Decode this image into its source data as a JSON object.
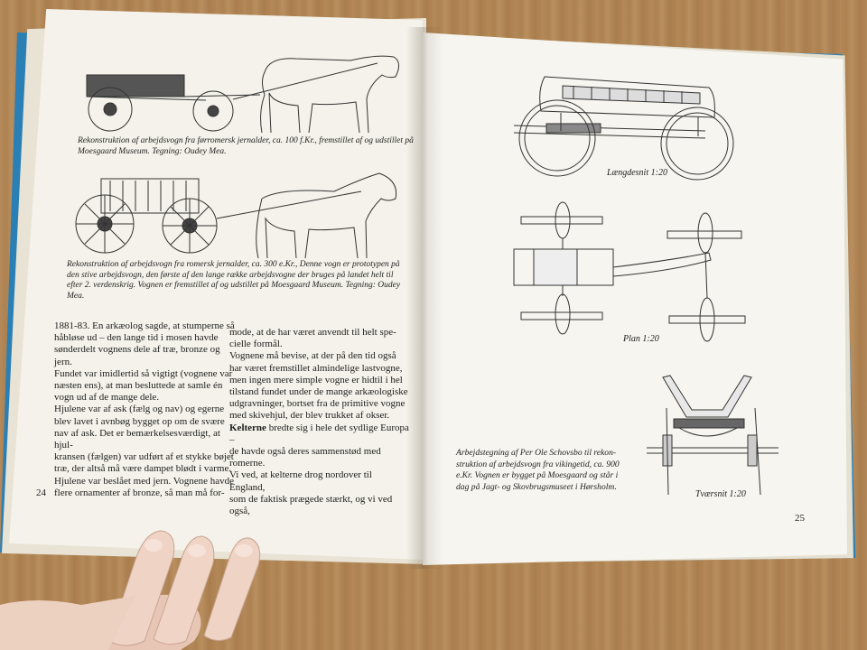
{
  "left_page": {
    "caption_top": "Rekonstruktion af arbejdsvogn fra førromersk jernalder, ca. 100 f.Kr., fremstillet af og udstillet på Moesgaard Museum. Tegning: Oudey Mea.",
    "caption_middle": "Rekonstruktion af arbejdsvogn fra romersk jernalder, ca. 300 e.Kr., Denne vogn er prototypen på den stive arbejdsvogn, den første af den lange række arbejdsvogne der bruges på landet helt til efter 2. verdenskrig. Vognen er fremstillet af og udstillet på Moesgaard Museum. Tegning: Oudey Mea.",
    "column_1": "1881-83. En arkæolog sagde, at stumperne så\nhåbløse ud – den lange tid i mosen havde\nsønderdelt vognens dele af træ, bronze og jern.\nFundet var imidlertid så vigtigt (vognene var\nnæsten ens), at man besluttede at samle én\nvogn ud af de mange dele.\n   Hjulene var af ask (fælg og nav) og egerne\nblev lavet i avnbøg bygget op om de svære\nnav af ask. Det er bemærkelsesværdigt, at hjul-\nkransen (fælgen) var udført af et stykke bøjet\ntræ, der altså må være dampet blødt i varme.\nHjulene var beslået med jern. Vognene havde\nflere ornamenter af bronze, så man må for-",
    "column_2_part1": "mode, at de har været anvendt til helt spe-\ncielle formål.\n   Vognene må bevise, at der på den tid også\nhar været fremstillet almindelige lastvogne,\nmen ingen mere simple vogne er hidtil i hel\ntilstand fundet under de mange arkæologiske\nudgravninger, bortset fra de primitive vogne\nmed skivehjul, der blev trukket af okser.",
    "column_2_bold": "Kelterne",
    "column_2_part2": " bredte sig i hele det sydlige Europa –\nde havde også deres sammenstød med romerne.\nVi ved, at kelterne drog nordover til England,\nsom de faktisk prægede stærkt, og vi ved også,",
    "page_number": "24"
  },
  "right_page": {
    "label_side": "Længdesnit 1:20",
    "label_plan": "Plan 1:20",
    "label_cross": "Tværsnit 1:20",
    "caption": "Arbejdstegning af Per Ole Schovsbo til rekon-\nstruktion af arbejdsvogn fra vikingetid, ca. 900\ne.Kr. Vognen er bygget på Moesgaard og står i\ndag på Jagt- og Skovbrugsmuseet i Hørsholm.",
    "page_number": "25"
  },
  "colors": {
    "table": "#b08550",
    "cover": "#2a7fb5",
    "page": "#f4f2ea",
    "ink": "#222222",
    "skin": "#efd3c4"
  }
}
